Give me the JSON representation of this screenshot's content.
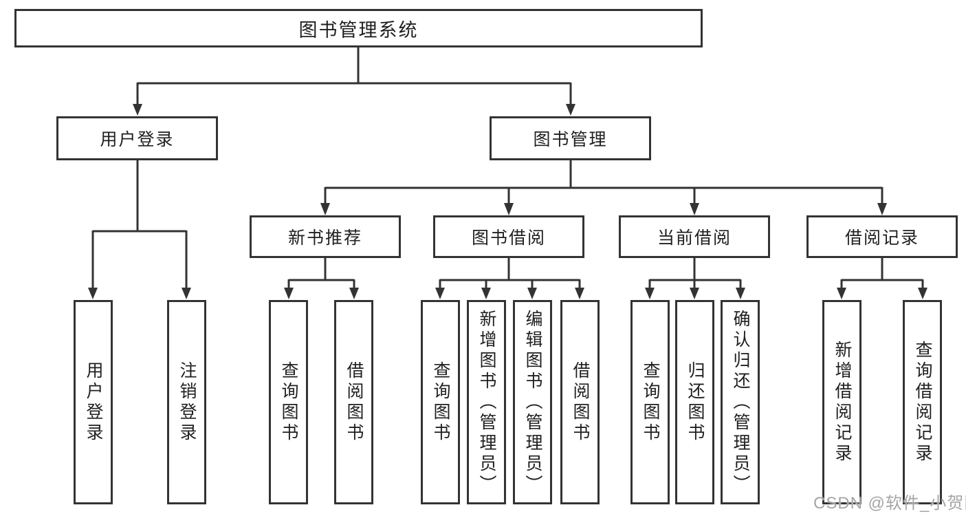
{
  "tree": {
    "root": {
      "label": "图书管理系统",
      "children": [
        {
          "label": "用户登录",
          "children": [
            {
              "label": "用户登录"
            },
            {
              "label": "注销登录"
            }
          ]
        },
        {
          "label": "图书管理",
          "children": [
            {
              "label": "新书推荐",
              "children": [
                {
                  "label": "查询图书"
                },
                {
                  "label": "借阅图书"
                }
              ]
            },
            {
              "label": "图书借阅",
              "children": [
                {
                  "label": "查询图书"
                },
                {
                  "label": "新增图书（管理员）"
                },
                {
                  "label": "编辑图书（管理员）"
                },
                {
                  "label": "借阅图书"
                }
              ]
            },
            {
              "label": "当前借阅",
              "children": [
                {
                  "label": "查询图书"
                },
                {
                  "label": "归还图书"
                },
                {
                  "label": "确认归还（管理员）"
                }
              ]
            },
            {
              "label": "借阅记录",
              "children": [
                {
                  "label": "新增借阅记录"
                },
                {
                  "label": "查询借阅记录"
                }
              ]
            }
          ]
        }
      ]
    }
  },
  "watermark": {
    "text": "CSDN @软件_小贺同学"
  },
  "colors": {
    "line": "#333333",
    "text": "#1f1f1f",
    "watermark": "#a5a5a5",
    "background": "#ffffff"
  }
}
